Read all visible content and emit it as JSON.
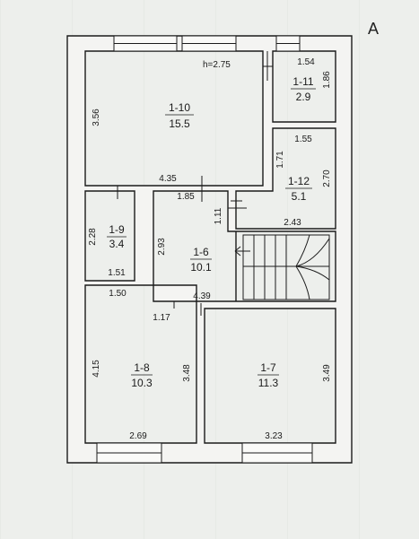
{
  "sheet_letter": "A",
  "ceiling_height": "h=2.75",
  "rooms": [
    {
      "id": "1-10",
      "area": "15.5"
    },
    {
      "id": "1-11",
      "area": "2.9"
    },
    {
      "id": "1-12",
      "area": "5.1"
    },
    {
      "id": "1-9",
      "area": "3.4"
    },
    {
      "id": "1-6",
      "area": "10.1"
    },
    {
      "id": "1-8",
      "area": "10.3"
    },
    {
      "id": "1-7",
      "area": "11.3"
    }
  ],
  "dimensions": {
    "r110_height": "3.56",
    "r110_width": "4.35",
    "r111_width": "1.54",
    "r111_height": "1.86",
    "r112_width": "1.55",
    "r112_left": "1.71",
    "r112_height": "2.70",
    "r112_bottom": "2.43",
    "r16_top": "1.85",
    "r16_door": "1.11",
    "r16_height": "2.93",
    "r16_bottom_left": "1.17",
    "r16_bottom": "4.39",
    "r19_height": "2.28",
    "r19_width": "1.51",
    "r18_top": "1.50",
    "r18_left": "4.15",
    "r18_right": "3.48",
    "r18_bottom": "2.69",
    "r17_right": "3.49",
    "r17_bottom": "3.23"
  }
}
